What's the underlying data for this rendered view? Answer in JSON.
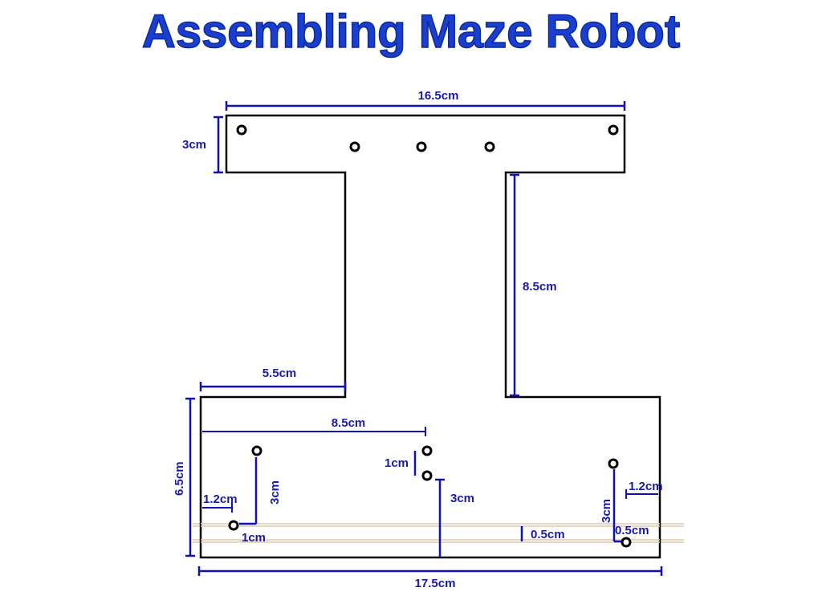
{
  "title": "Assembling Maze Robot",
  "dimensions": {
    "top_width": "16.5cm",
    "top_height": "3cm",
    "neck_height": "8.5cm",
    "left_shoulder": "5.5cm",
    "base_height": "6.5cm",
    "center_offset": "8.5cm",
    "hole_spacing": "1cm",
    "center_drop": "3cm",
    "left_inset": "1.2cm",
    "left_vertical": "3cm",
    "left_bottom": "1cm",
    "rail_gap": "0.5cm",
    "right_vertical": "3cm",
    "right_inset": "1.2cm",
    "right_bottom": "0.5cm",
    "base_width": "17.5cm"
  },
  "colors": {
    "title": "#1a3fd0",
    "dimension_lines": "#1010b8",
    "outline": "#000000",
    "rails": "#e0c9a8"
  }
}
